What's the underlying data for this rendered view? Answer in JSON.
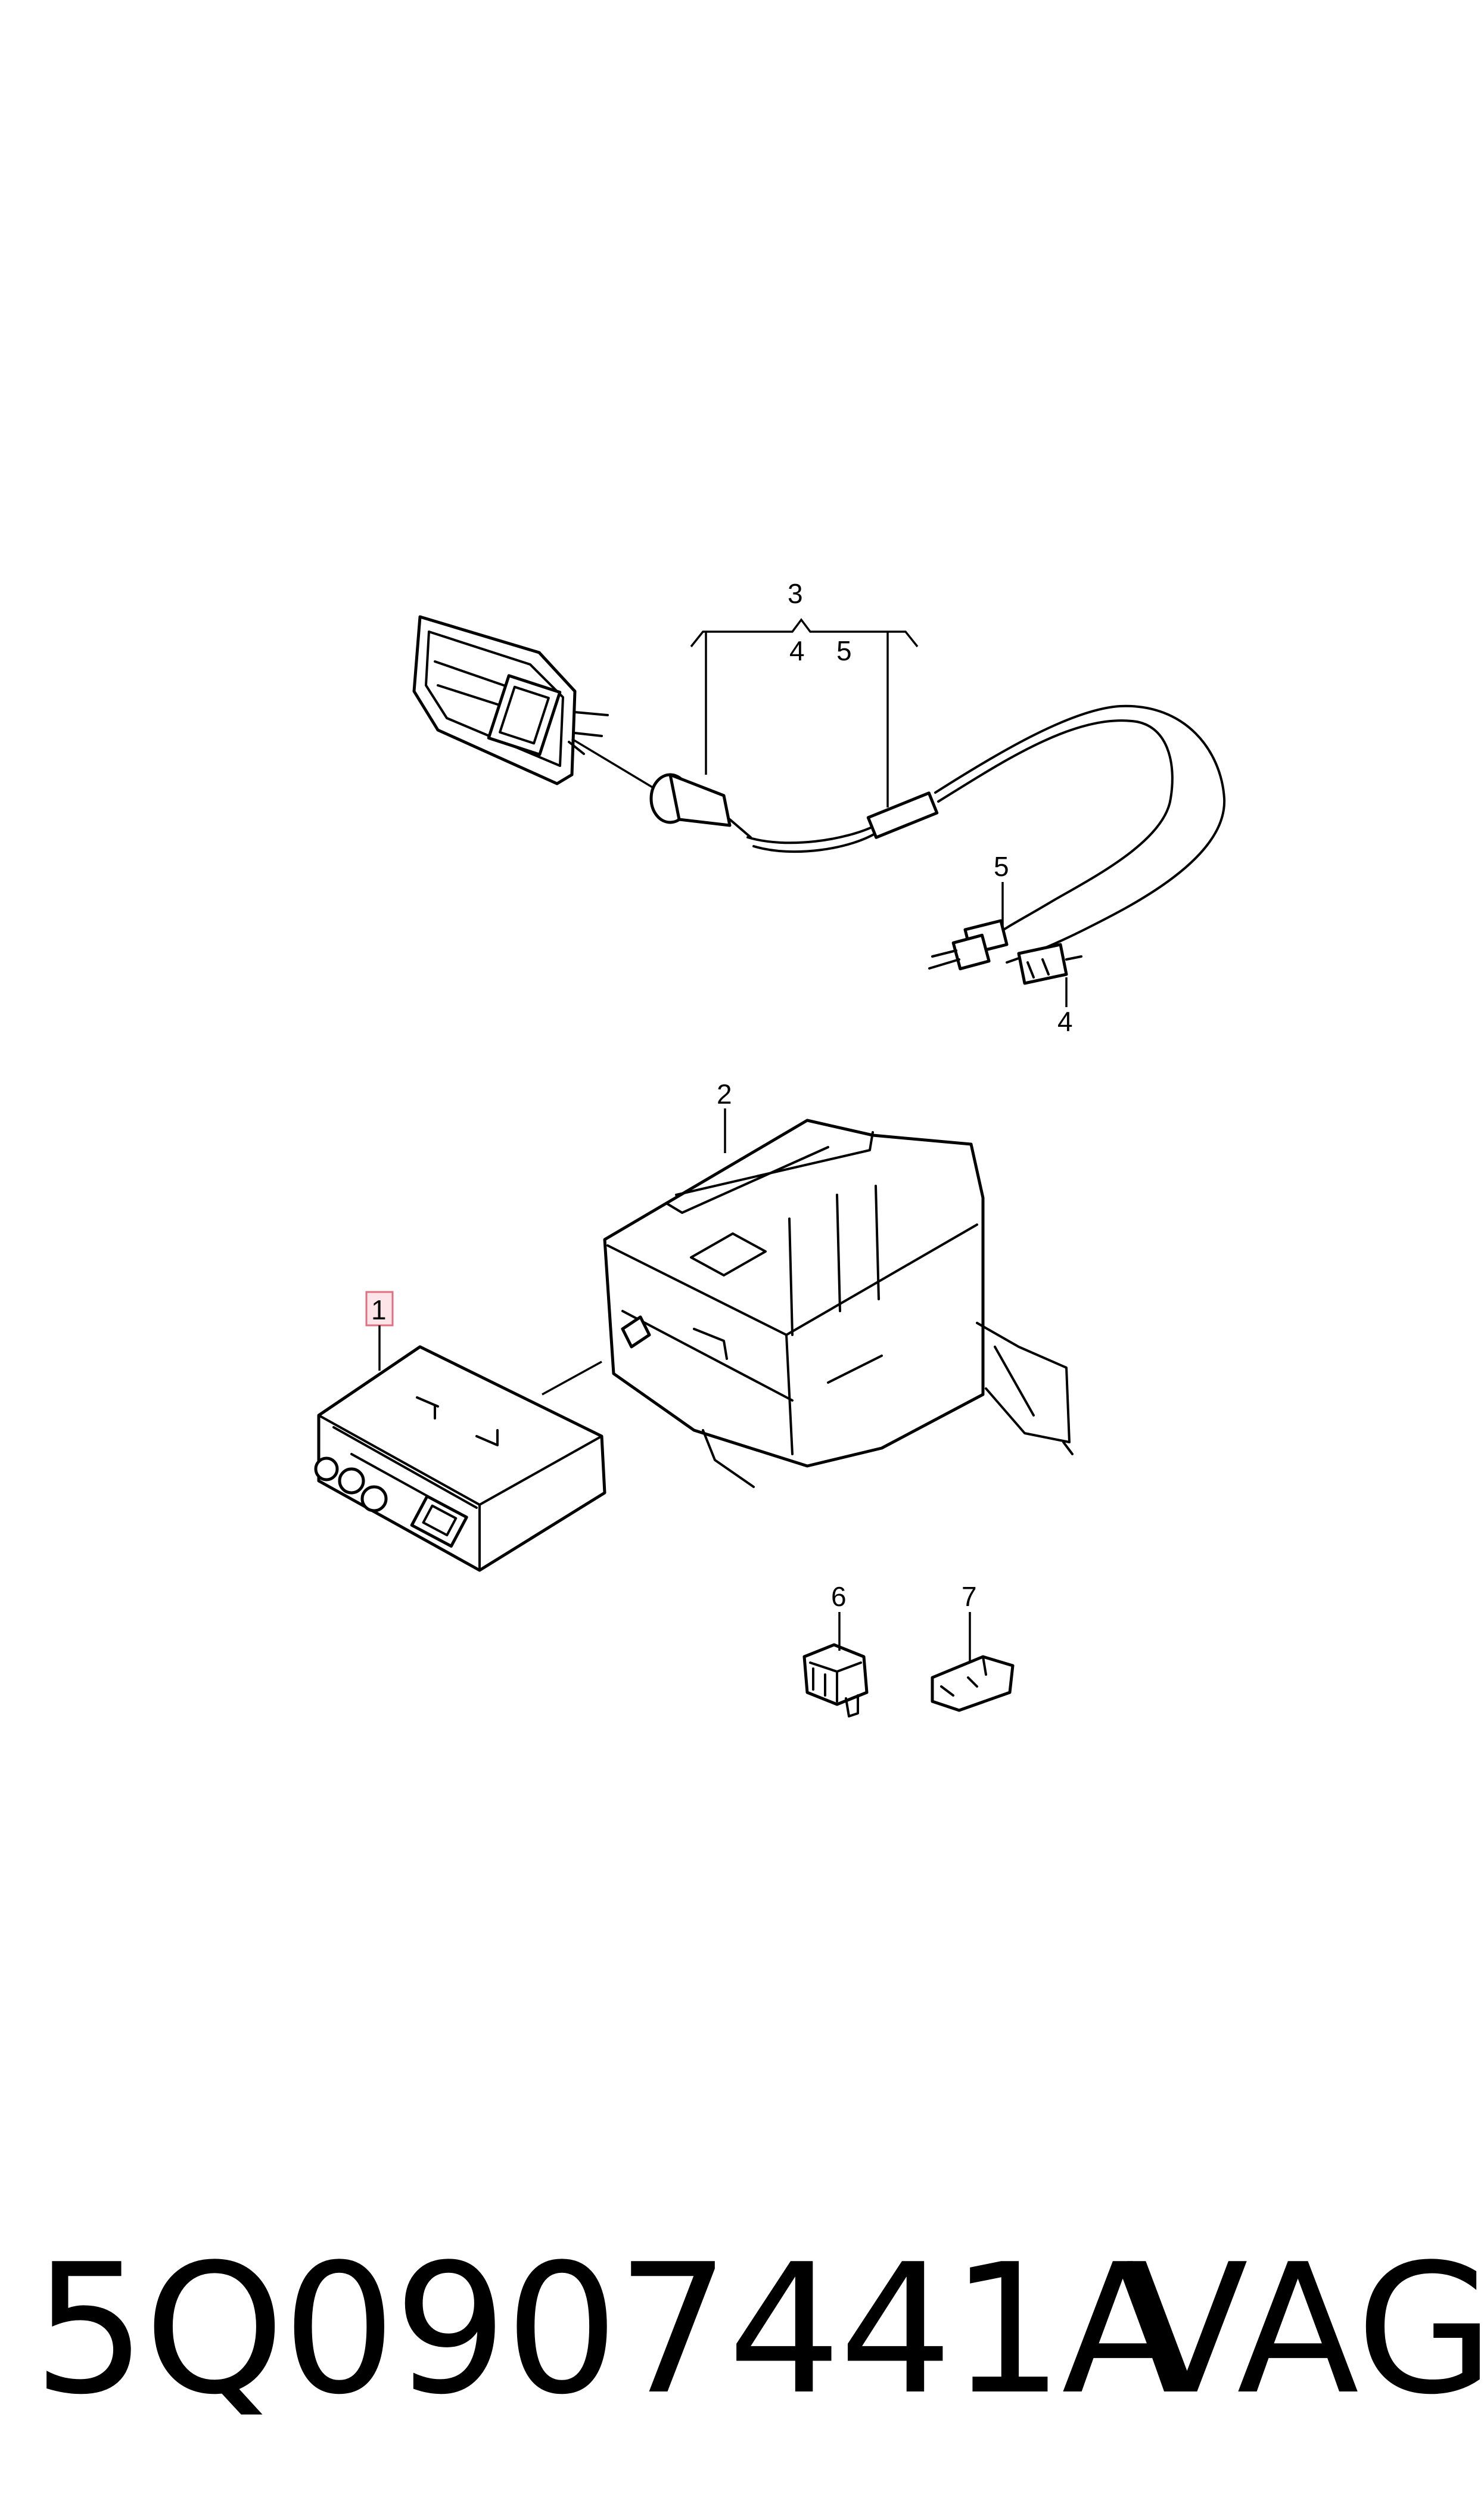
{
  "callouts": {
    "c1": "1",
    "c2": "2",
    "c3": "3",
    "c3_sub_a": "4",
    "c3_sub_b": "5",
    "c4": "4",
    "c5": "5",
    "c6": "6",
    "c7": "7"
  },
  "highlight_color": "#fde4e8",
  "footer": {
    "part_number": "5Q0907441A",
    "brand": "VAG"
  }
}
